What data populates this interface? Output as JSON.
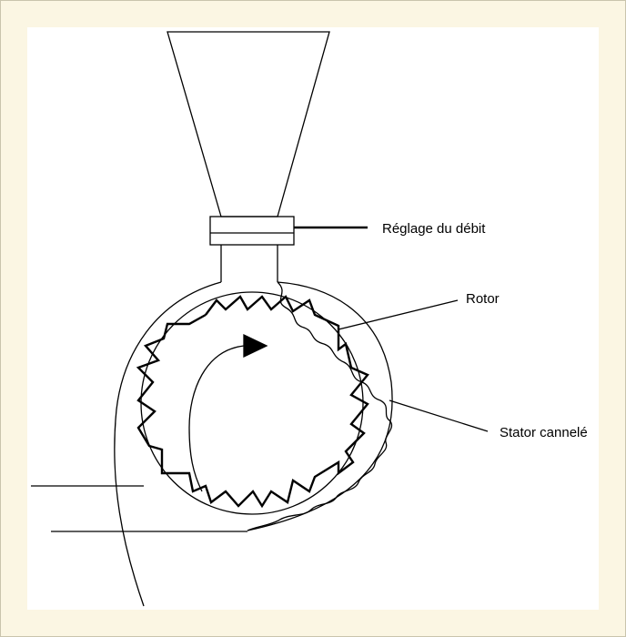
{
  "labels": {
    "flow_control": "Réglage du débit",
    "rotor": "Rotor",
    "stator": "Stator cannelé"
  }
}
